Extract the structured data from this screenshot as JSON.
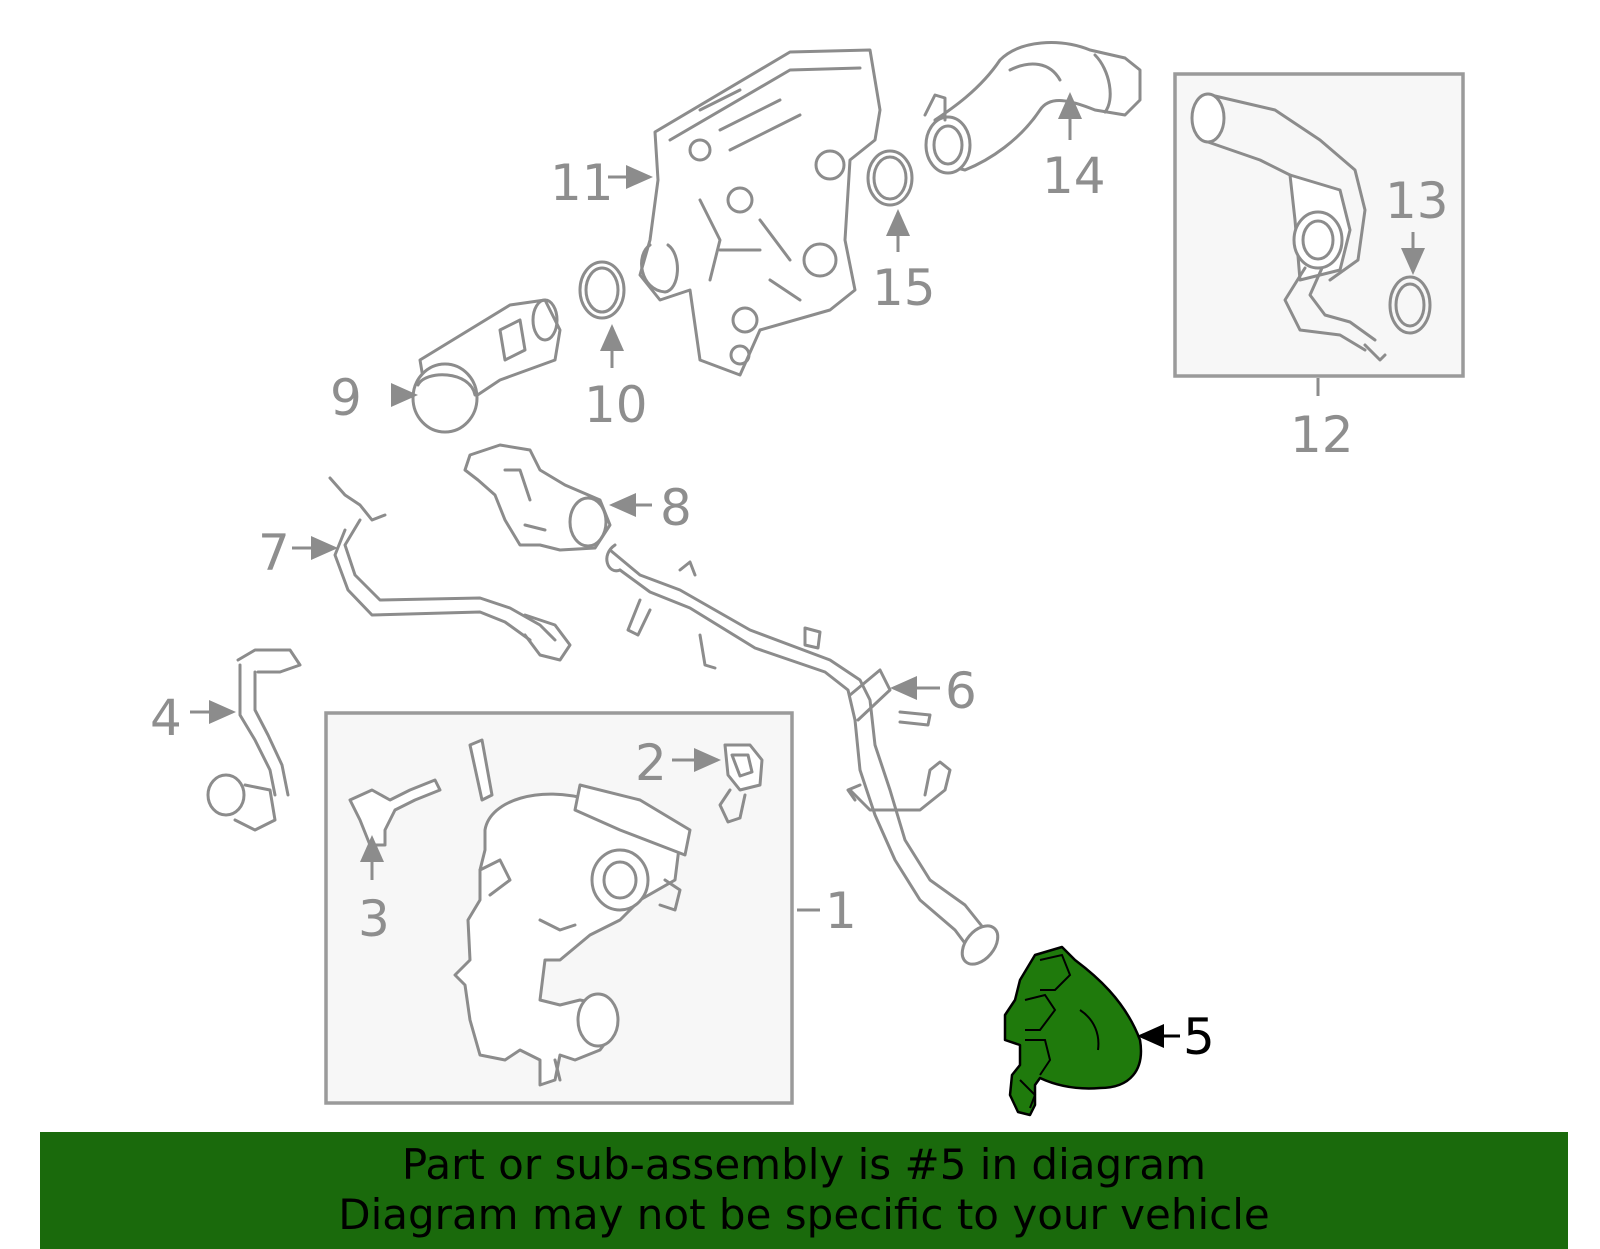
{
  "callouts": [
    "1",
    "2",
    "3",
    "4",
    "5",
    "6",
    "7",
    "8",
    "9",
    "10",
    "11",
    "12",
    "13",
    "14",
    "15"
  ],
  "highlighted_part": "5",
  "banner": {
    "line1": "Part or sub-assembly is #5 in diagram",
    "line2": "Diagram may not be specific to your vehicle"
  },
  "colors": {
    "highlight": "#1f7a0c",
    "banner": "#1a6a0c",
    "line_art": "#8c8c8c"
  }
}
